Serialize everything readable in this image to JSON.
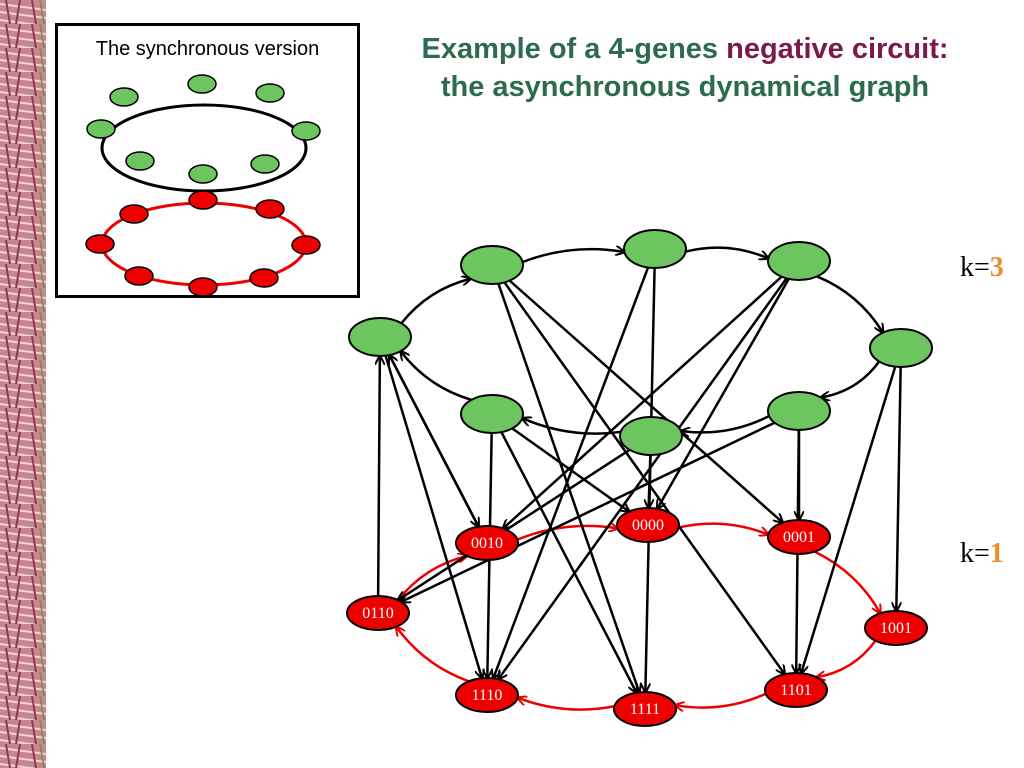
{
  "inset": {
    "title": "The synchronous version"
  },
  "title": {
    "part1": "Example of a 4-genes ",
    "highlight": "negative circuit:",
    "line2": "the asynchronous dynamical graph"
  },
  "levels": [
    {
      "prefix": "k=",
      "value": "3"
    },
    {
      "prefix": "k=",
      "value": "1"
    }
  ],
  "red_nodes": [
    "0000",
    "0001",
    "1001",
    "1101",
    "1111",
    "1110",
    "0110",
    "0010"
  ],
  "colors": {
    "green": "#6cc55e",
    "red": "#ee0000",
    "title_green": "#2e6b4e",
    "title_highlight": "#7a1a4a",
    "k_value": "#f08c2a"
  }
}
